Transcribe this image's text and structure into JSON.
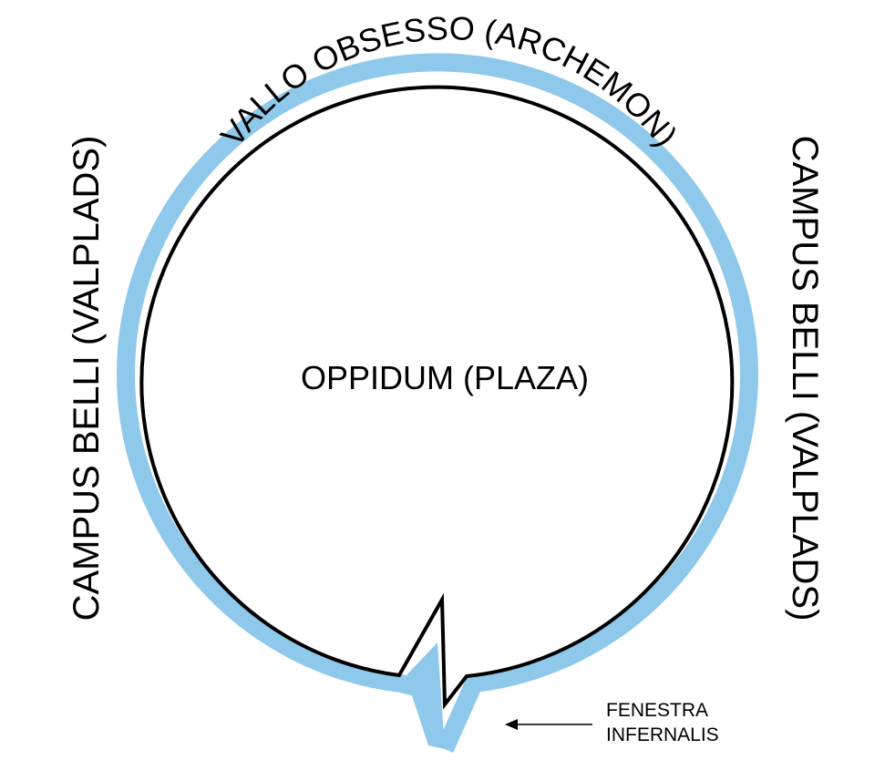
{
  "diagram": {
    "ring_color": "#8ec8ea",
    "line_color": "#000000",
    "labels": {
      "center": "OPPIDUM  (PLAZA)",
      "top_arc": "VALLO OBSESSO  (ARCHEMON)",
      "left_side": "CAMPUS BELLI  (VALPLADS)",
      "right_side": "CAMPUS BELLI  (VALPLADS)",
      "gate_line1": "FENESTRA",
      "gate_line2": "INFERNALIS"
    }
  }
}
